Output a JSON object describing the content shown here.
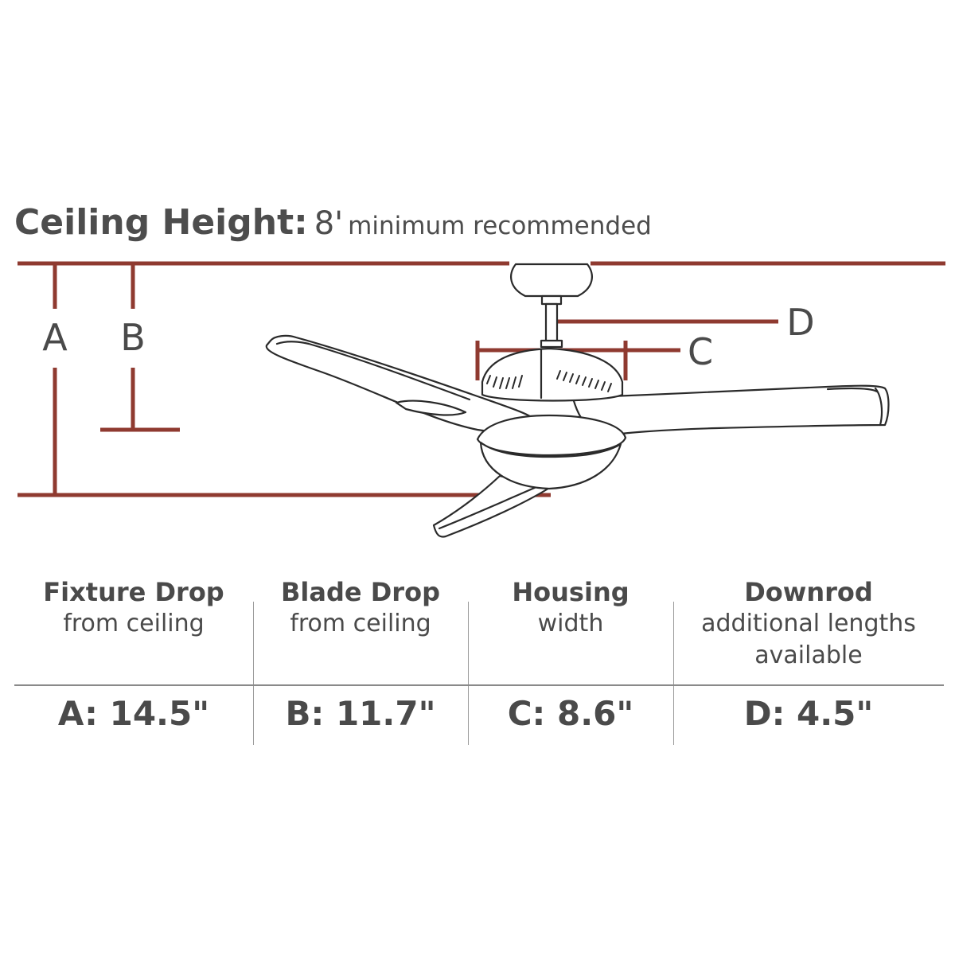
{
  "heading": {
    "label": "Ceiling Height:",
    "value": "8'",
    "note": "minimum recommended"
  },
  "callouts": {
    "a": "A",
    "b": "B",
    "c": "C",
    "d": "D"
  },
  "colors": {
    "dimension_line": "#8f3a30",
    "outline": "#2a2a2a",
    "text": "#4a4a4a",
    "divider": "#8a8a8a"
  },
  "specs": [
    {
      "title": "Fixture Drop",
      "subtitle": "from ceiling",
      "value": "A: 14.5\""
    },
    {
      "title": "Blade Drop",
      "subtitle": "from ceiling",
      "value": "B: 11.7\""
    },
    {
      "title": "Housing",
      "subtitle": "width",
      "value": "C: 8.6\""
    },
    {
      "title": "Downrod",
      "subtitle": "additional lengths available",
      "value": "D: 4.5\""
    }
  ]
}
